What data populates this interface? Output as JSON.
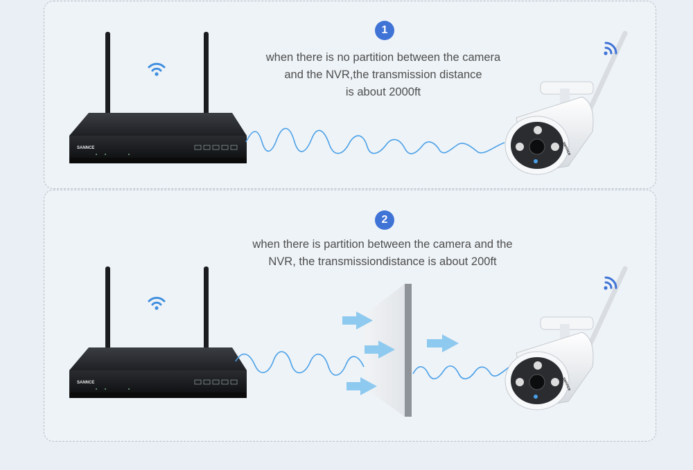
{
  "scenario1": {
    "step": "1",
    "lines": [
      "when there is no partition between the camera",
      "and the NVR,the transmission distance",
      "is about 2000ft"
    ]
  },
  "scenario2": {
    "step": "2",
    "lines": [
      "when there is partition between the camera and the",
      "NVR, the transmissiondistance is about 200ft"
    ]
  },
  "devices": {
    "nvr_brand": "SANNCE",
    "camera_brand": "sannce"
  },
  "colors": {
    "accent": "#3f73d6",
    "wave": "#4aa0e8",
    "arrow": "#8ec9ef"
  }
}
